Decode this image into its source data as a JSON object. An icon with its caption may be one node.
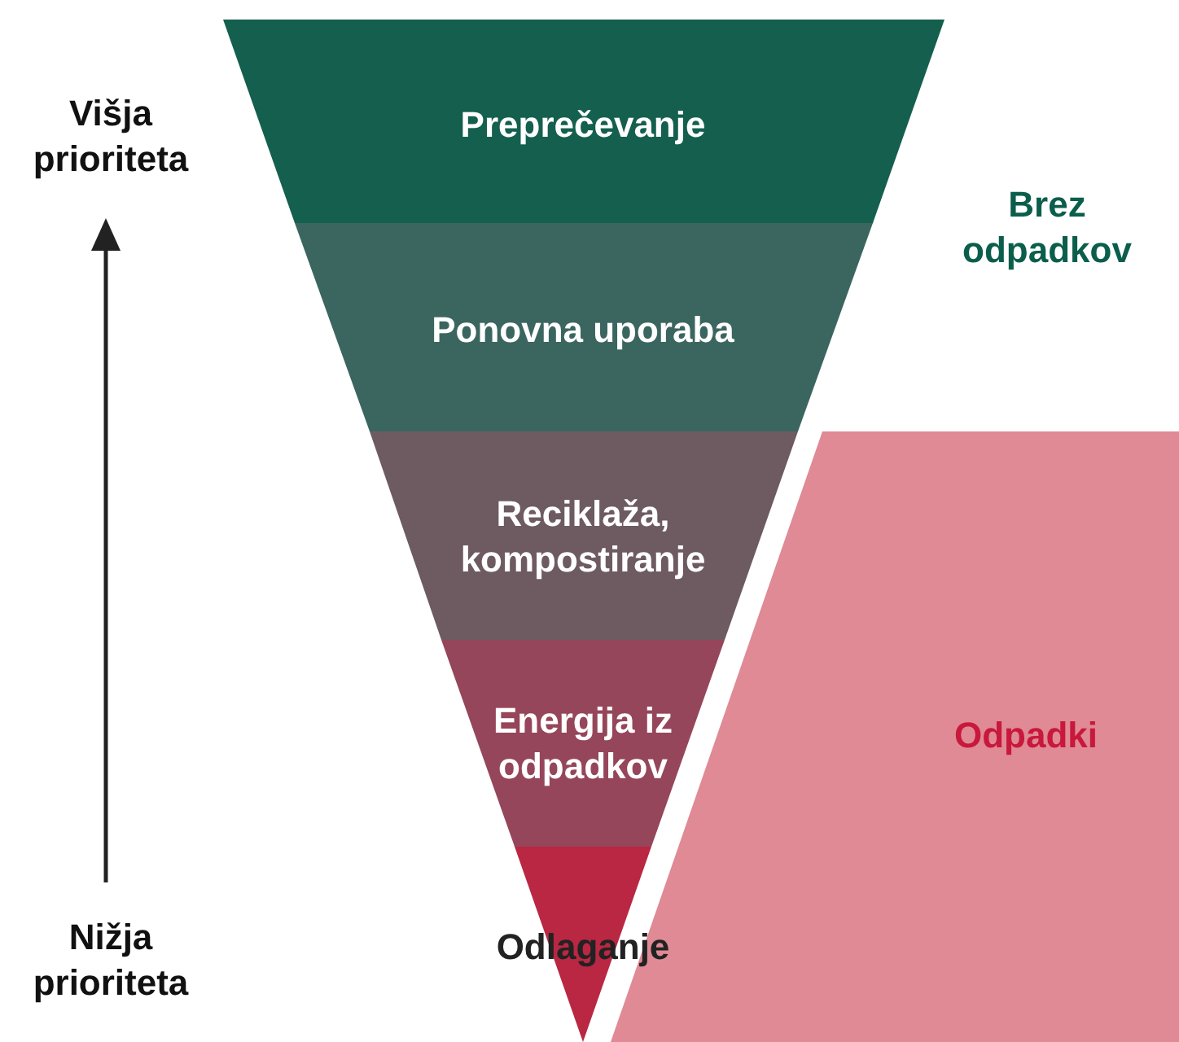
{
  "diagram": {
    "nodes": [
      {
        "text": [
          "Preprečevanje"
        ]
      },
      {
        "text": [
          "Ponovna uporaba"
        ]
      },
      {
        "text": [
          "Reciklaža, kompostiranje"
        ]
      },
      {
        "text": [
          "Energija iz odpadkov"
        ]
      },
      {
        "text": [
          "Odlaganje"
        ]
      },
      {
        "text": [
          "Odpadki"
        ]
      }
    ],
    "edges": [],
    "labels": [
      "Višja prioriteta",
      "Nižja prioriteta",
      "Brez odpadkov"
    ]
  }
}
